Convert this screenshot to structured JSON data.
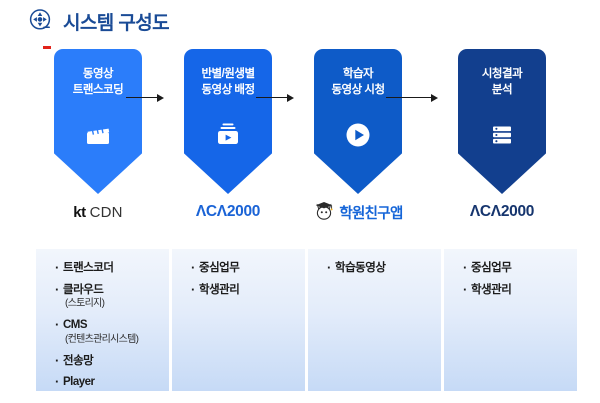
{
  "header": {
    "icon": "film-reel-icon",
    "title": "시스템 구성도",
    "title_color": "#1a4b96"
  },
  "flow": {
    "steps": [
      {
        "title": "동영상\n트랜스코딩",
        "icon": "clapperboard-icon",
        "color": "#2b7dfa",
        "brand": {
          "type": "kt-cdn",
          "primary": "kt",
          "secondary": "CDN",
          "accent_color": "#e2231a"
        },
        "items": [
          {
            "label": "트랜스코더",
            "sub": ""
          },
          {
            "label": "클라우드",
            "sub": "(스토리지)"
          },
          {
            "label": "CMS",
            "sub": "(컨텐츠관리시스템)"
          },
          {
            "label": "전송망",
            "sub": ""
          },
          {
            "label": "Player",
            "sub": ""
          }
        ]
      },
      {
        "title": "반별/원생별\n동영상 배정",
        "icon": "video-playlist-icon",
        "color": "#1566e8",
        "brand": {
          "type": "aca2000-light",
          "primary": "ΛCΛ2000",
          "secondary": "",
          "accent_color": "#1a63d6"
        },
        "items": [
          {
            "label": "중심업무",
            "sub": ""
          },
          {
            "label": "학생관리",
            "sub": ""
          }
        ]
      },
      {
        "title": "학습자\n동영상 시청",
        "icon": "play-circle-icon",
        "color": "#0e5bc8",
        "brand": {
          "type": "hagwon-app",
          "primary": "학원친구앱",
          "secondary": "",
          "accent_color": "#1565d8"
        },
        "items": [
          {
            "label": "학습동영상",
            "sub": ""
          }
        ]
      },
      {
        "title": "시청결과\n분석",
        "icon": "server-list-icon",
        "color": "#123f8e",
        "brand": {
          "type": "aca2000-dark",
          "primary": "ΛCΛ2000",
          "secondary": "",
          "accent_color": "#16356e"
        },
        "items": [
          {
            "label": "중심업무",
            "sub": ""
          },
          {
            "label": "학생관리",
            "sub": ""
          }
        ]
      }
    ],
    "arrows": [
      {
        "name": "arrow-step1-to-step2"
      },
      {
        "name": "arrow-step2-to-step3"
      },
      {
        "name": "arrow-step3-to-step4"
      }
    ]
  }
}
